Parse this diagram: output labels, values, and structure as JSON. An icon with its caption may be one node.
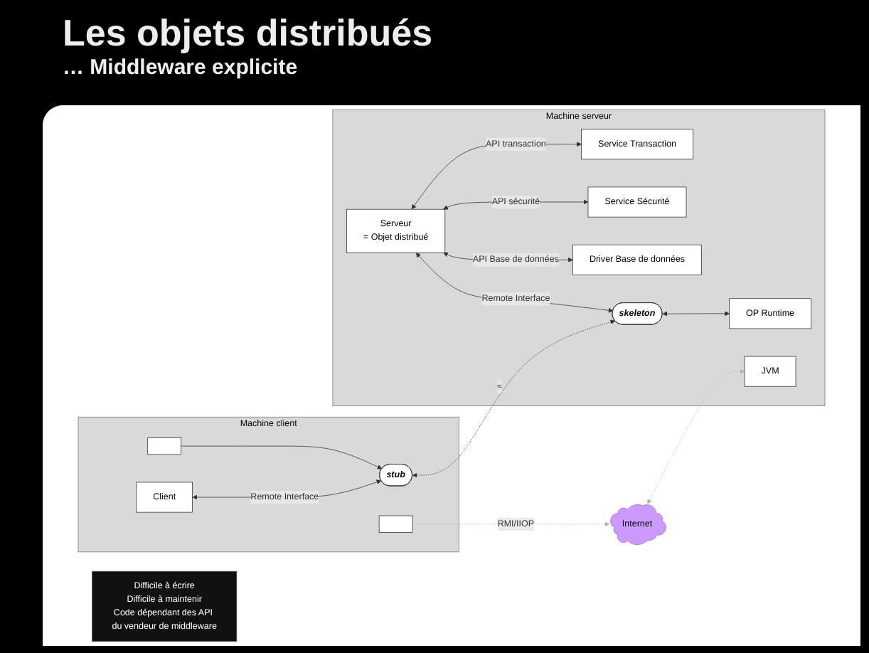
{
  "diagram": {
    "title": "Les objets distribués",
    "nodes": [
      {
        "text": [
          "Machine client"
        ]
      },
      {
        "text": [
          "Client"
        ],
        "in": 0
      },
      {
        "text": [
          "stub"
        ],
        "in": 0
      },
      {
        "text": [],
        "shape": "box",
        "in": 0
      },
      {
        "text": [],
        "shape": "box",
        "in": 0
      },
      {
        "text": [
          "Machine serveur"
        ]
      },
      {
        "text": [
          "Serveur",
          "= Objet distribué"
        ],
        "in": 5
      },
      {
        "text": [
          "Service Transaction"
        ],
        "in": 5
      },
      {
        "text": [
          "Service Sécurité"
        ],
        "in": 5
      },
      {
        "text": [
          "Driver Base de données"
        ],
        "in": 5
      },
      {
        "text": [
          "skeleton"
        ],
        "in": 5
      },
      {
        "text": [
          "OP Runtime"
        ],
        "in": 5
      },
      {
        "text": [
          "JVM"
        ],
        "in": 5
      },
      {
        "text": [
          "Difficile à écrire",
          "Difficile à maintenir",
          "Code dépendant des API du vendeur de middleware"
        ]
      },
      {
        "text": [
          "Internet"
        ]
      }
    ],
    "edges": [
      {
        "from": 1,
        "to": 2,
        "arrow": "both",
        "label": "Remote Interface"
      },
      {
        "from": 3,
        "to": 2,
        "arrow": "to"
      },
      {
        "from": 2,
        "to": 10,
        "arrow": "both",
        "label": "≈",
        "style": "dashed"
      },
      {
        "from": 6,
        "to": 10,
        "arrow": "both",
        "label": "Remote Interface"
      },
      {
        "from": 6,
        "to": 7,
        "arrow": "both",
        "label": "API transaction"
      },
      {
        "from": 6,
        "to": 8,
        "arrow": "both",
        "label": "API sécurité"
      },
      {
        "from": 6,
        "to": 9,
        "arrow": "both",
        "label": "API Base de données"
      },
      {
        "from": 10,
        "to": 11,
        "arrow": "both"
      },
      {
        "from": 4,
        "to": 14,
        "arrow": "to",
        "label": "RMI/IIOP",
        "style": "dashed",
        "color": "#b0b0b0"
      },
      {
        "from": 14,
        "to": 12,
        "arrow": "both",
        "style": "dashed",
        "color": "#b0b0b0"
      }
    ],
    "labels": [
      "… Middleware explicite"
    ]
  }
}
